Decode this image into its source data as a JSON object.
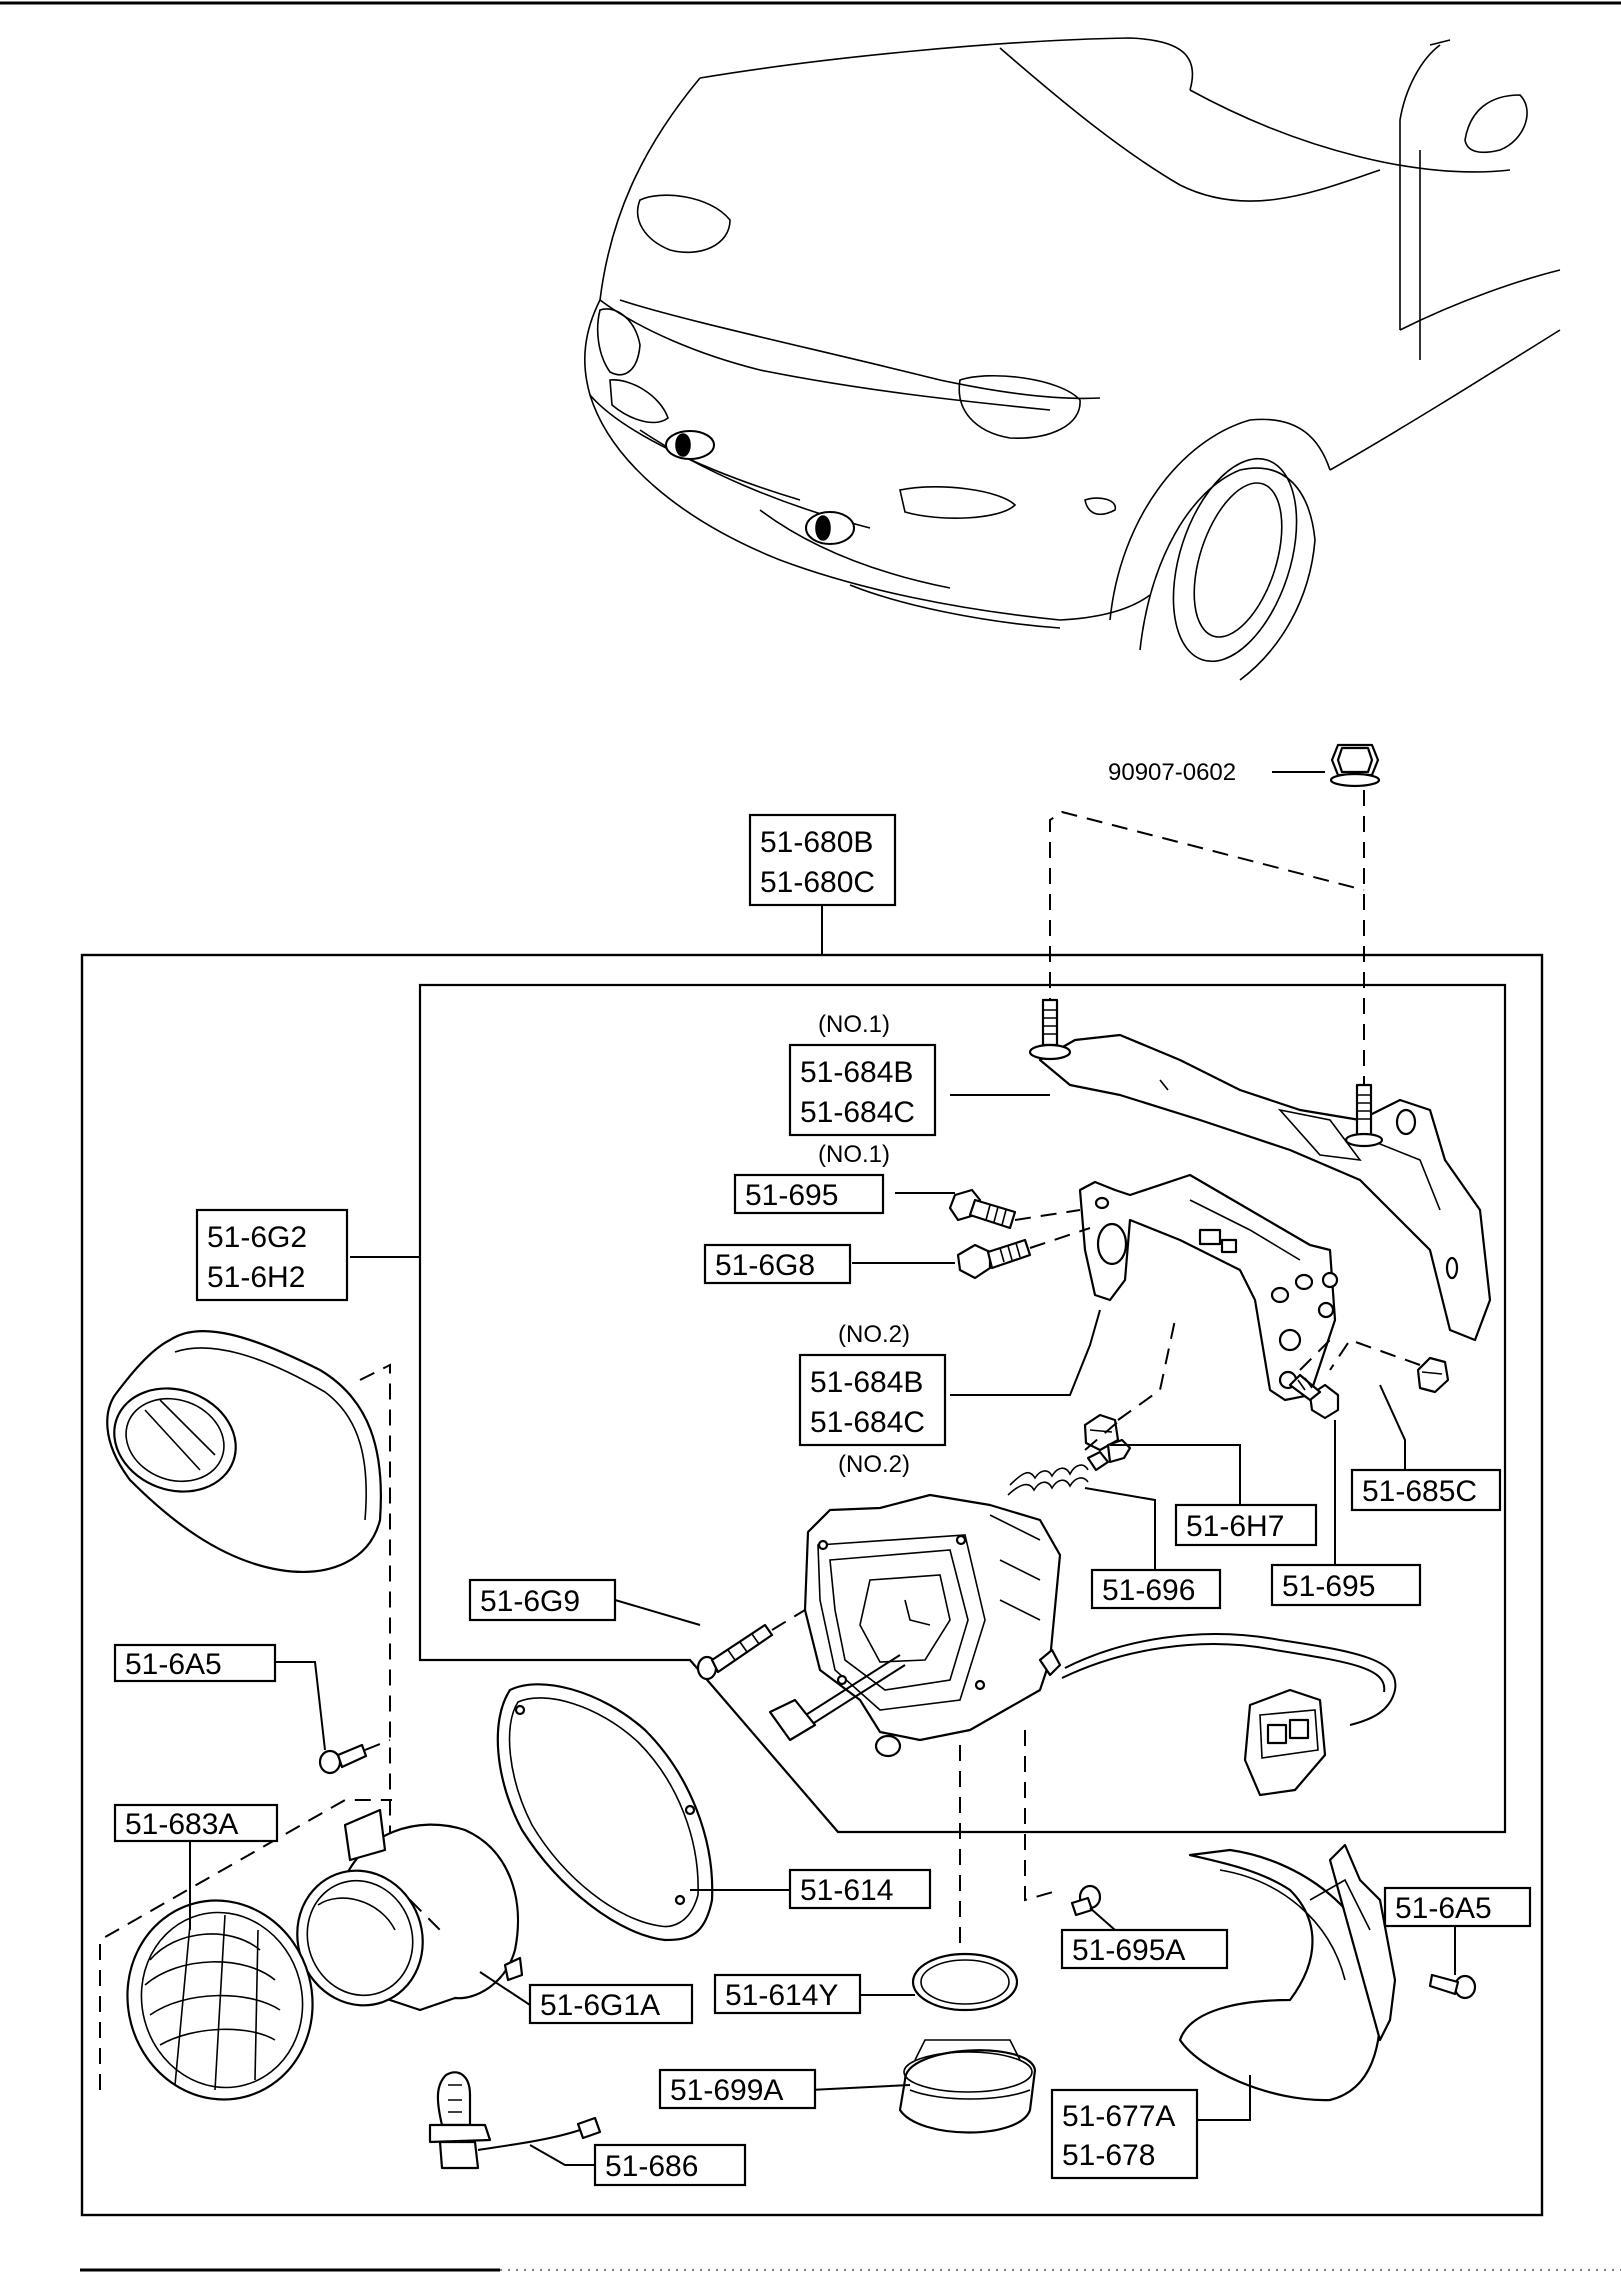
{
  "diagram": {
    "callouts": [
      {
        "id": "nut",
        "lines": [
          "90907-0602"
        ],
        "note": ""
      },
      {
        "id": "assembly",
        "lines": [
          "51-680B",
          "51-680C"
        ],
        "note": ""
      },
      {
        "id": "bracket-no1",
        "lines": [
          "51-684B",
          "51-684C"
        ],
        "note": "(NO.1)"
      },
      {
        "id": "bolt-no1",
        "lines": [
          "51-695"
        ],
        "note": "(NO.1)"
      },
      {
        "id": "housing",
        "lines": [
          "51-6G2",
          "51-6H2"
        ],
        "note": ""
      },
      {
        "id": "bolt-6g8",
        "lines": [
          "51-6G8"
        ],
        "note": ""
      },
      {
        "id": "bracket-no2",
        "lines": [
          "51-684B",
          "51-684C"
        ],
        "note": "(NO.2)"
      },
      {
        "id": "clip-6h7",
        "lines": [
          "51-6H7"
        ],
        "note": "(NO.2)"
      },
      {
        "id": "clip-685c",
        "lines": [
          "51-685C"
        ],
        "note": ""
      },
      {
        "id": "spring-696",
        "lines": [
          "51-696"
        ],
        "note": ""
      },
      {
        "id": "bolt-695-right",
        "lines": [
          "51-695"
        ],
        "note": ""
      },
      {
        "id": "screw-6g9",
        "lines": [
          "51-6G9"
        ],
        "note": ""
      },
      {
        "id": "screw-6a5-left",
        "lines": [
          "51-6A5"
        ],
        "note": ""
      },
      {
        "id": "lens-683a",
        "lines": [
          "51-683A"
        ],
        "note": ""
      },
      {
        "id": "gasket-614",
        "lines": [
          "51-614"
        ],
        "note": ""
      },
      {
        "id": "ring-614y",
        "lines": [
          "51-614Y"
        ],
        "note": ""
      },
      {
        "id": "screw-695a",
        "lines": [
          "51-695A"
        ],
        "note": ""
      },
      {
        "id": "screw-6a5-right",
        "lines": [
          "51-6A5"
        ],
        "note": ""
      },
      {
        "id": "lamp-unit-6g1a",
        "lines": [
          "51-6G1A"
        ],
        "note": ""
      },
      {
        "id": "cap-699a",
        "lines": [
          "51-699A"
        ],
        "note": ""
      },
      {
        "id": "bulb-686",
        "lines": [
          "51-686"
        ],
        "note": ""
      },
      {
        "id": "bezel-677a",
        "lines": [
          "51-677A",
          "51-678"
        ],
        "note": ""
      }
    ]
  }
}
